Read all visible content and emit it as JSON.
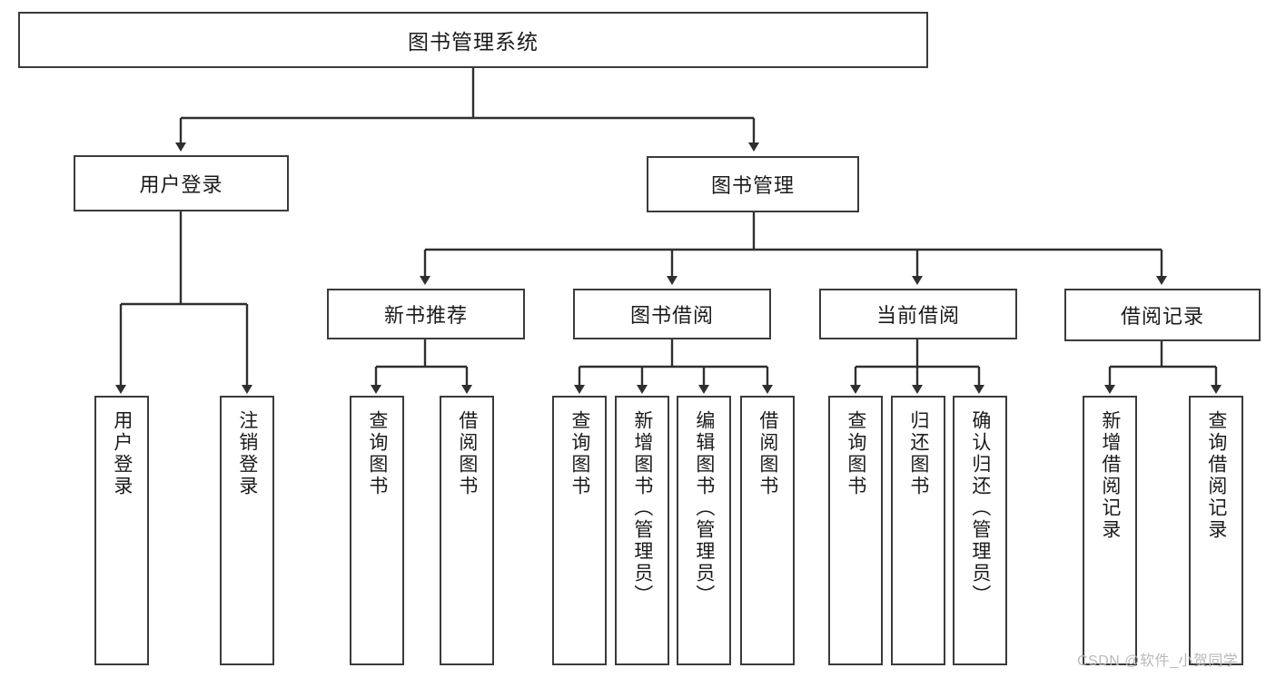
{
  "diagram": {
    "title": "图书管理系统",
    "type": "tree-hierarchy-diagram",
    "root": {
      "id": "root",
      "label": "图书管理系统"
    },
    "level2": [
      {
        "id": "user-login",
        "label": "用户登录"
      },
      {
        "id": "book-manage",
        "label": "图书管理"
      }
    ],
    "level3": [
      {
        "id": "new-book-rec",
        "label": "新书推荐"
      },
      {
        "id": "book-borrow",
        "label": "图书借阅"
      },
      {
        "id": "current-borrow",
        "label": "当前借阅"
      },
      {
        "id": "borrow-record",
        "label": "借阅记录"
      }
    ],
    "leaves": [
      {
        "id": "leaf-user-login",
        "label": "用户登录",
        "parent": "user-login"
      },
      {
        "id": "leaf-user-logout",
        "label": "注销登录",
        "parent": "user-login"
      },
      {
        "id": "leaf-query-book-1",
        "label": "查询图书",
        "parent": "new-book-rec"
      },
      {
        "id": "leaf-borrow-book-1",
        "label": "借阅图书",
        "parent": "new-book-rec"
      },
      {
        "id": "leaf-query-book-2",
        "label": "查询图书",
        "parent": "book-borrow"
      },
      {
        "id": "leaf-add-book",
        "label": "新增图书（管理员）",
        "parent": "book-borrow"
      },
      {
        "id": "leaf-edit-book",
        "label": "编辑图书（管理员）",
        "parent": "book-borrow"
      },
      {
        "id": "leaf-borrow-book-2",
        "label": "借阅图书",
        "parent": "book-borrow"
      },
      {
        "id": "leaf-query-book-3",
        "label": "查询图书",
        "parent": "current-borrow"
      },
      {
        "id": "leaf-return-book",
        "label": "归还图书",
        "parent": "current-borrow"
      },
      {
        "id": "leaf-confirm-return",
        "label": "确认归还（管理员）",
        "parent": "current-borrow"
      },
      {
        "id": "leaf-add-record",
        "label": "新增借阅记录",
        "parent": "borrow-record"
      },
      {
        "id": "leaf-query-record",
        "label": "查询借阅记录",
        "parent": "borrow-record"
      }
    ],
    "colors": {
      "border": "#3b3b3b",
      "text": "#1b1b1b",
      "background": "#ffffff",
      "edge": "#2f2f2f",
      "watermark": "#b9b9b9"
    }
  },
  "watermark": {
    "text": "CSDN @软件_小贺同学"
  }
}
